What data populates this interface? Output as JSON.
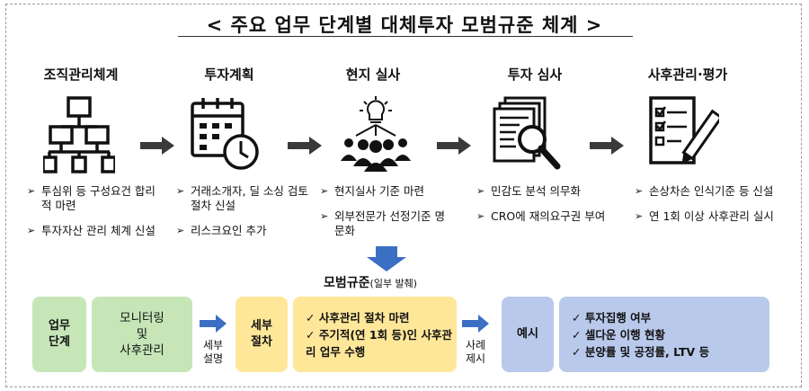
{
  "title": "< 주요 업무 단계별 대체투자 모범규준 체계 >",
  "stages": [
    {
      "label": "조직관리체계",
      "icon": "org-chart-icon",
      "bullets": [
        "투심위 등 구성요건 합리적 마련",
        "투자자산 관리 체계 신설"
      ]
    },
    {
      "label": "투자계획",
      "icon": "calendar-clock-icon",
      "bullets": [
        "거래소개자, 딜 소싱 검토절차 신설",
        "리스크요인 추가"
      ]
    },
    {
      "label": "현지 실사",
      "icon": "team-idea-icon",
      "bullets": [
        "현지실사 기준 마련",
        "외부전문가 선정기준 명문화"
      ]
    },
    {
      "label": "투자 심사",
      "icon": "document-search-icon",
      "bullets": [
        "민감도 분석 의무화",
        "CRO에 재의요구권 부여"
      ]
    },
    {
      "label": "사후관리·평가",
      "icon": "checklist-pen-icon",
      "bullets": [
        "손상차손 인식기준 등 신설",
        "연 1회 이상 사후관리 실시"
      ]
    }
  ],
  "model_title": "모범규준",
  "model_sub": "(일부 발췌)",
  "bottom": {
    "box1": "업무\n단계",
    "box2": "모니터링\n및\n사후관리",
    "arrow1_label": "세부\n설명",
    "box3": "세부\n절차",
    "box4_items": [
      "사후관리 절차 마련",
      "주기적(연 1회 등)인 사후관리 업무 수행"
    ],
    "arrow2_label": "사례\n제시",
    "box5": "예시",
    "box6_items": [
      "투자집행 여부",
      "셀다운 이행 현황",
      "분양률 및 공정률, LTV 등"
    ]
  },
  "colors": {
    "green": "#c6e6b8",
    "yellow": "#ffe79a",
    "blue": "#b9c9eb",
    "arrow_blue": "#3b6fc4",
    "arrow_dark": "#3a3a3a"
  }
}
